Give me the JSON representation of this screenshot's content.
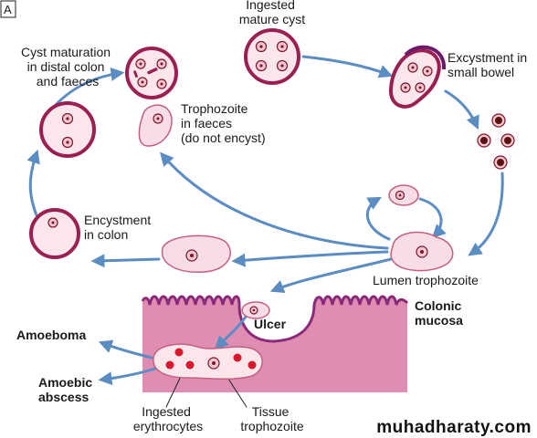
{
  "panel_letter": "A",
  "labels": {
    "ingested_cyst": [
      "Ingested",
      "mature cyst"
    ],
    "excystment": [
      "Excystment in",
      "small bowel"
    ],
    "cyst_maturation": [
      "Cyst maturation",
      "in distal colon",
      "and faeces"
    ],
    "troph_faeces": [
      "Trophozoite",
      "in faeces",
      "(do not encyst)"
    ],
    "encystment": [
      "Encystment",
      "in colon"
    ],
    "lumen_troph": [
      "Lumen trophozoite"
    ],
    "colonic_mucosa": [
      "Colonic",
      "mucosa"
    ],
    "ulcer": [
      "Ulcer"
    ],
    "amoeboma": [
      "Amoeboma"
    ],
    "amoebic_abscess": [
      "Amoebic",
      "abscess"
    ],
    "ingested_erythrocytes": [
      "Ingested",
      "erythrocytes"
    ],
    "tissue_troph": [
      "Tissue",
      "trophozoite"
    ]
  },
  "watermark": "muhadharaty.com",
  "colors": {
    "arrow": "#5b8cc2",
    "cyst_wall": "#9a1f52",
    "cyst_fill": "#fbe6ec",
    "cell_fill": "#f9dde6",
    "cell_stroke": "#c4607e",
    "nucleus_fill": "#f3c7cd",
    "nucleus_dot": "#7b1530",
    "mucosa": "#e08db4",
    "mucosa_edge": "#8a2a78",
    "erythrocyte": "#d8172a",
    "dark_nucleus": "#5a1410"
  }
}
